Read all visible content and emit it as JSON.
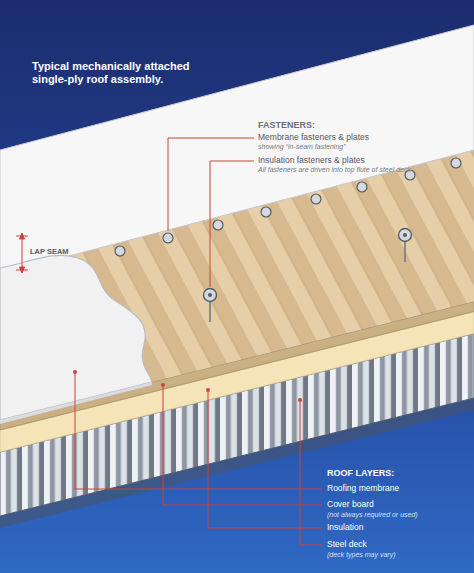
{
  "diagram": {
    "title": "Typical mechanically attached single-ply roof assembly.",
    "labels": [
      "FASTENERS:",
      "Membrane fasteners & plates",
      "showing “in-seam fastening”",
      "Insulation fasteners & plates",
      "All fasteners are driven into top flute of steel deck",
      "LAP SEAM",
      "ROOF LAYERS:",
      "Roofing membrane",
      "Cover board",
      "(not always required or used)",
      "Insulation",
      "Steel deck",
      "(deck types may vary)"
    ]
  }
}
